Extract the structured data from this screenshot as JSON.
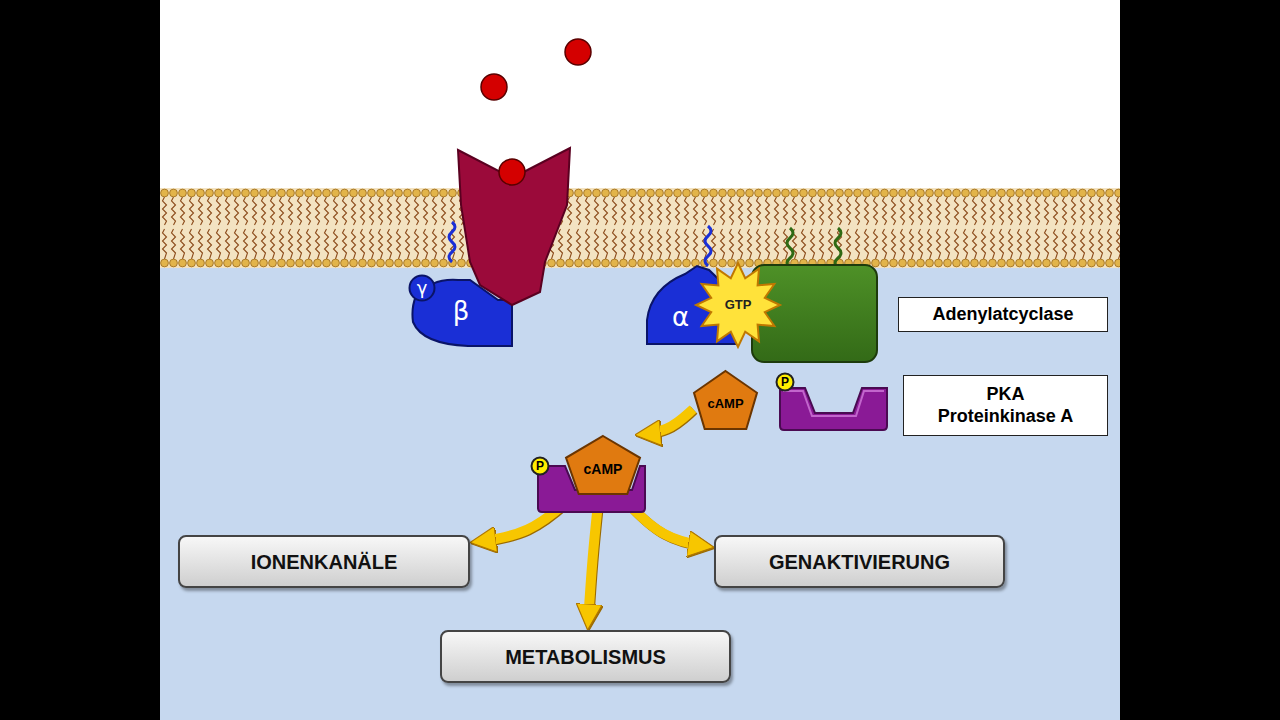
{
  "diagram": {
    "nodes": [
      {
        "text": [
          "γ"
        ]
      },
      {
        "text": [
          "β"
        ]
      },
      {
        "text": [
          "α"
        ]
      },
      {
        "text": [
          "GTP"
        ]
      },
      {
        "text": [
          "Adenylatcyclase"
        ]
      },
      {
        "text": [
          "cAMP"
        ]
      },
      {
        "text": [
          "P"
        ]
      },
      {
        "text": [
          "PKA",
          "Proteinkinase A"
        ]
      },
      {
        "text": [
          "P"
        ]
      },
      {
        "text": [
          "cAMP"
        ]
      },
      {
        "text": [
          "IONENKANÄLE"
        ]
      },
      {
        "text": [
          "METABOLISMUS"
        ]
      },
      {
        "text": [
          "GENAKTIVIERUNG"
        ]
      }
    ],
    "edges": [
      {
        "from": 5,
        "to": 9,
        "arrow": "to"
      },
      {
        "from": 9,
        "to": 10,
        "arrow": "to"
      },
      {
        "from": 9,
        "to": 11,
        "arrow": "to"
      },
      {
        "from": 9,
        "to": 12,
        "arrow": "to"
      }
    ]
  }
}
